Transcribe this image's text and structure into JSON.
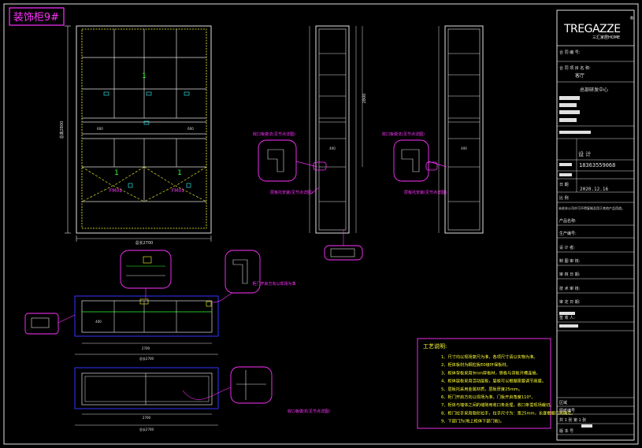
{
  "drawing": {
    "title": "装饰柜9#",
    "label_1": "1",
    "label_front_1": "1",
    "label_front_2": "1",
    "door_label_left": "FM01",
    "door_label_right": "FM01",
    "brand": {
      "logo": "TREGAZZE",
      "sub": "三汇家居HOME",
      "mark": "®"
    },
    "title_block": {
      "row1_label": "合 同 编 号:",
      "row2_label": "合 同 项 目 名 称:",
      "row2_value": "客厅",
      "row3_value": "总部研发中心",
      "contact_label": "设 计",
      "phone": "18363559068",
      "date_label": "日 期",
      "date_value": "2020.12.16",
      "scale_label": "比 例",
      "rows": [
        "产品名称:",
        "生产编号:",
        "设 计 者:",
        "制 图 审 核:",
        "审 核 日 期:",
        "技 术 审 核:",
        "审 定 日 期:",
        "签 收 人:"
      ],
      "bottom_rows": [
        "区域",
        "图纸编号",
        "共 1 张   第 1 张",
        "版 本 号"
      ],
      "notes_line": "未经本公司许可不得复制及用于其他产品用途。"
    },
    "notes": {
      "heading": "工艺说明:",
      "items": [
        "1、尺寸均以现场复尺为准，各项尺寸请以实物为准。",
        "2、柜体板材为颗粒板E0级环保板材。",
        "3、柜体背板采用9mm厚板材，侧板与背板开槽连接。",
        "4、柜体层板采用活动层板，层板可以根据需要调节高度。",
        "5、层板托采用金属材质，层板厚度25mm。",
        "6、柜门开启方向以现场为准，门板开启角度110°。",
        "7、柜体与墙体之间的缝隙用收口条处理，收口条需现场裁切。",
        "8、柜门拉手采用隐形拉手，拉手尺寸为：宽25mm，长度根据门高确定。",
        "9、下部门为(地上柜体下部门板)。"
      ]
    },
    "callouts": {
      "c1": "收口板做法(见节点详图)",
      "c2": "层板托安装(见节点详图)",
      "c3": "收口板做法(见节点详图)",
      "c4": "层板托安装(见节点详图)",
      "c5": "柜门开启方向以现场为准",
      "c6": "收口板做法(见节点详图)"
    },
    "dims": {
      "front_width": "总长2700",
      "front_height": "总高2800",
      "section_height": "2800",
      "plan_width": "2700",
      "plan_width2": "2700",
      "plan_total": "总长2700",
      "plan_total2": "总长2700",
      "inner_dim1": "600",
      "inner_dim2": "600",
      "inner_dim3": "400",
      "inner_dim4": "400",
      "inner_dim5": "400"
    }
  }
}
